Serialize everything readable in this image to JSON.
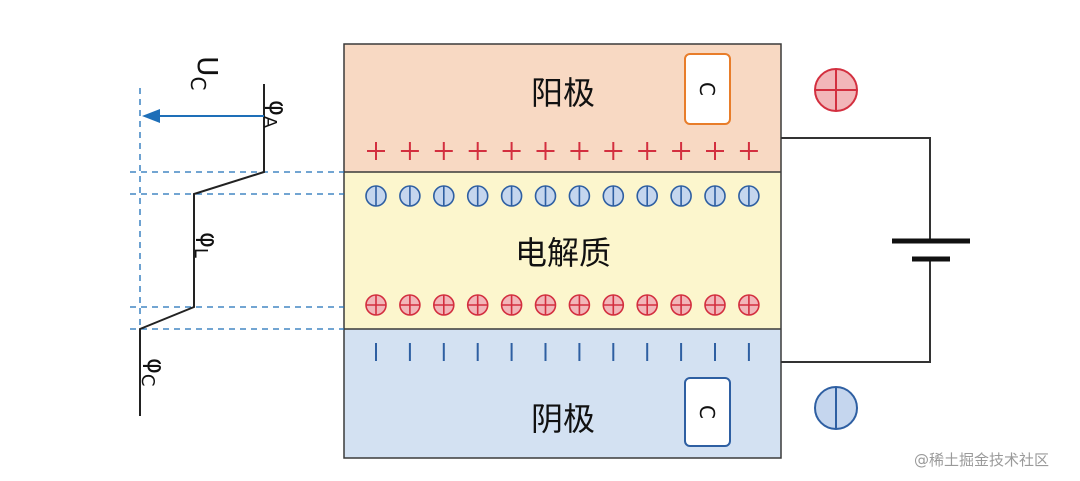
{
  "layers": {
    "anode": {
      "label": "阳极",
      "carbon_label": "C"
    },
    "electrolyte": {
      "label": "电解质"
    },
    "cathode": {
      "label": "阴极",
      "carbon_label": "C"
    }
  },
  "potential": {
    "uc_main": "U",
    "uc_sub": "C",
    "phi_a_main": "φ",
    "phi_a_sub": "A",
    "phi_l_main": "φ",
    "phi_l_sub": "L",
    "phi_c_main": "φ",
    "phi_c_sub": "C"
  },
  "charges": {
    "anode_surface_count": 12,
    "electrolyte_negative_count": 12,
    "electrolyte_positive_count": 12,
    "cathode_surface_count": 12
  },
  "colors": {
    "anode_fill": "#f8d9c3",
    "electrolyte_fill": "#fcf6cd",
    "cathode_fill": "#d3e1f2",
    "positive": "#d32f3f",
    "negative": "#2e5fa2",
    "arrow": "#1e6fb8",
    "dashed": "#1e6fb8",
    "carbon_anode_border": "#e87d2a",
    "carbon_cathode_border": "#2e5fa2"
  },
  "watermark": "@稀土掘金技术社区"
}
